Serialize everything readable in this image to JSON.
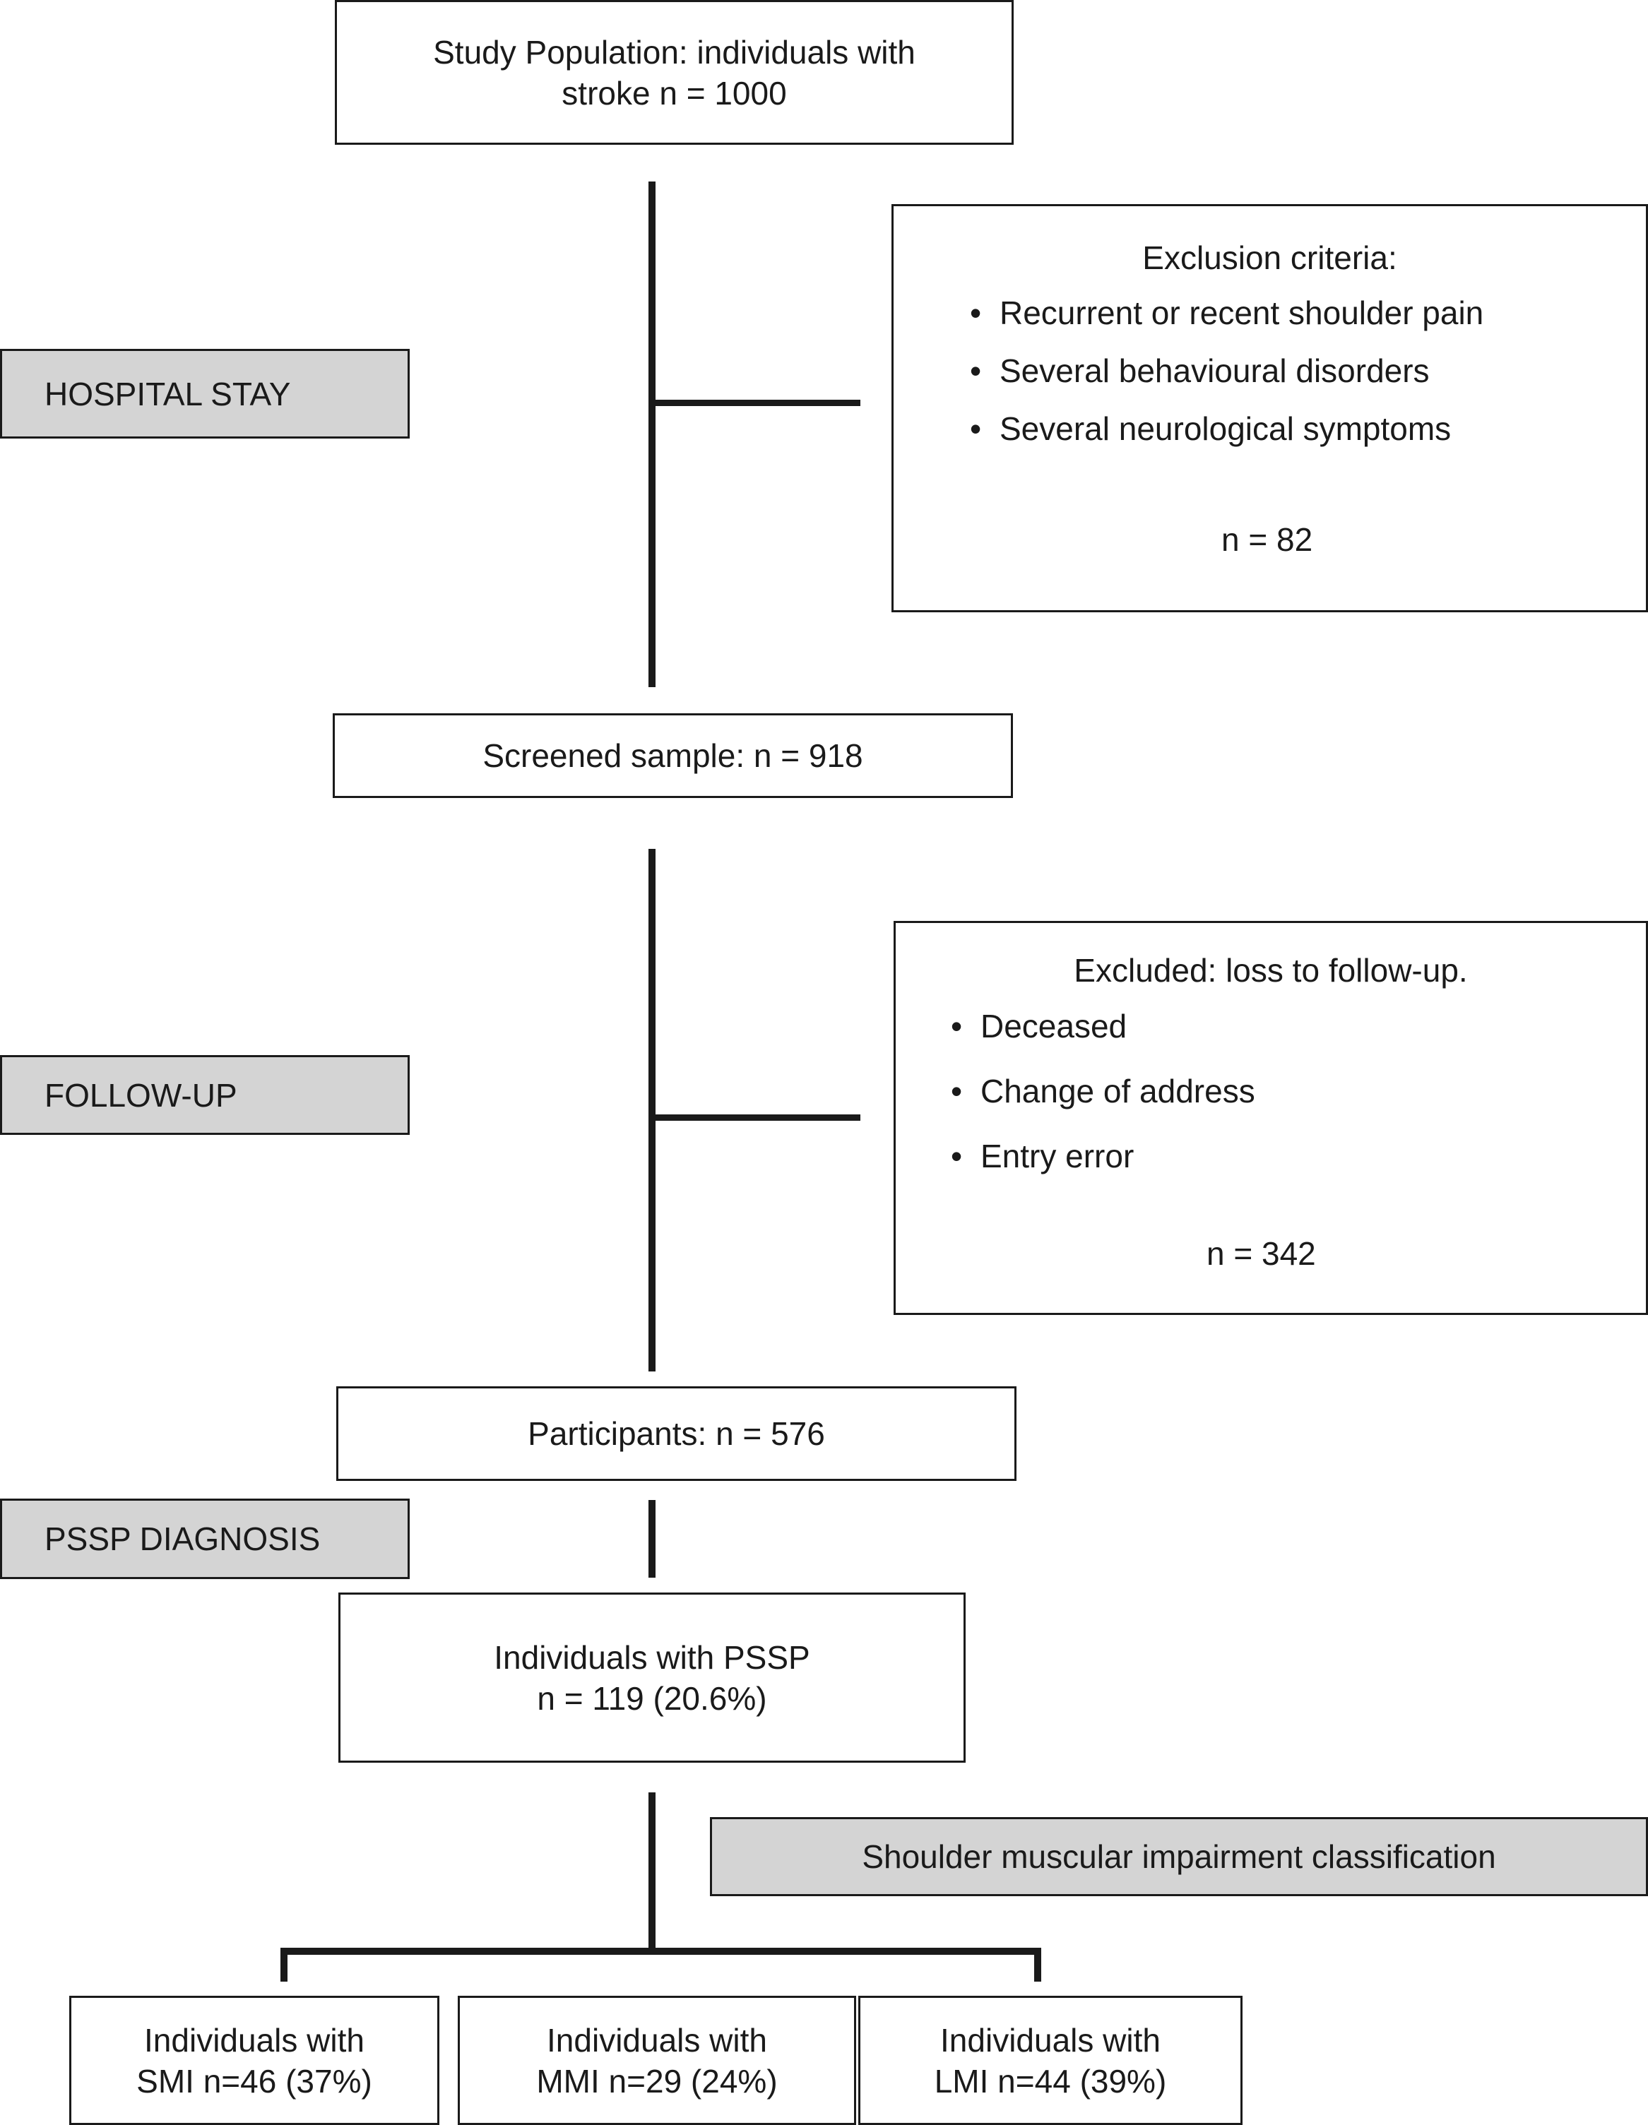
{
  "boxes": {
    "study_population": [
      "Study Population: individuals with",
      "stroke n = 1000"
    ],
    "screened_sample": "Screened sample: n = 918",
    "participants": "Participants: n = 576",
    "pssp": [
      "Individuals with PSSP",
      "n = 119 (20.6%)"
    ],
    "smi": [
      "Individuals with",
      "SMI n=46 (37%)"
    ],
    "mmi": [
      "Individuals with",
      "MMI n=29 (24%)"
    ],
    "lmi": [
      "Individuals with",
      "LMI n=44 (39%)"
    ]
  },
  "stages": {
    "hospital_stay": "HOSPITAL STAY",
    "follow_up": "FOLLOW-UP",
    "pssp_diagnosis": "PSSP DIAGNOSIS",
    "classification": "Shoulder muscular impairment classification"
  },
  "exclusion_1": {
    "title": "Exclusion criteria:",
    "items": [
      "Recurrent or recent shoulder pain",
      "Several behavioural disorders",
      "Several neurological symptoms"
    ],
    "count": "n = 82"
  },
  "exclusion_2": {
    "title": "Excluded: loss to follow-up.",
    "items": [
      "Deceased",
      "Change of address",
      "Entry error"
    ],
    "count": "n = 342"
  },
  "colors": {
    "stage_fill": "#d4d4d4",
    "stroke": "#1a1a1a"
  }
}
